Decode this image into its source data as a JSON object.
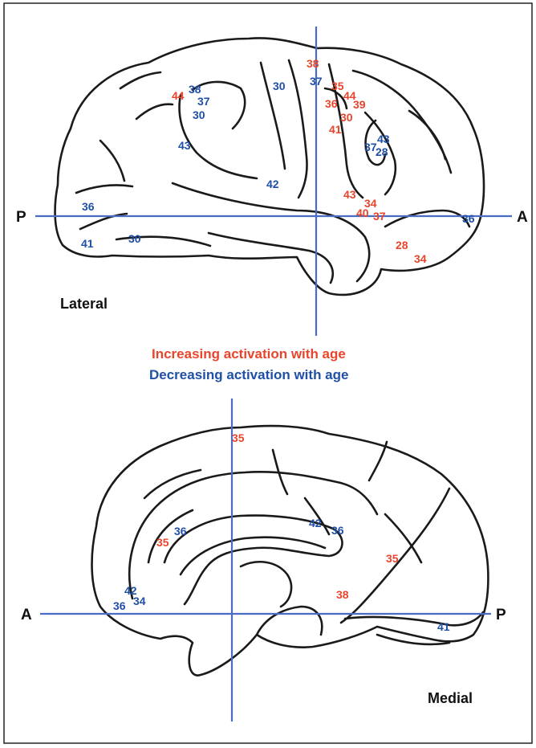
{
  "colors": {
    "increasing": "#e8452c",
    "decreasing": "#1f4fa6",
    "axis_line": "#4a6cc4",
    "outline": "#1a1a1a"
  },
  "legend": {
    "increasing": "Increasing activation with age",
    "decreasing": "Decreasing activation with age"
  },
  "lateral": {
    "view_label": "Lateral",
    "left_axis_letter": "P",
    "right_axis_letter": "A",
    "labels": [
      {
        "text": "38",
        "kind": "increasing"
      },
      {
        "text": "37",
        "kind": "decreasing"
      },
      {
        "text": "35",
        "kind": "increasing"
      },
      {
        "text": "44",
        "kind": "increasing"
      },
      {
        "text": "36",
        "kind": "increasing"
      },
      {
        "text": "39",
        "kind": "increasing"
      },
      {
        "text": "30",
        "kind": "increasing"
      },
      {
        "text": "41",
        "kind": "increasing"
      },
      {
        "text": "43",
        "kind": "decreasing"
      },
      {
        "text": "37",
        "kind": "decreasing"
      },
      {
        "text": "28",
        "kind": "decreasing"
      },
      {
        "text": "43",
        "kind": "increasing"
      },
      {
        "text": "34",
        "kind": "increasing"
      },
      {
        "text": "40",
        "kind": "increasing"
      },
      {
        "text": "37",
        "kind": "increasing"
      },
      {
        "text": "36",
        "kind": "decreasing"
      },
      {
        "text": "28",
        "kind": "increasing"
      },
      {
        "text": "34",
        "kind": "increasing"
      },
      {
        "text": "44",
        "kind": "increasing"
      },
      {
        "text": "38",
        "kind": "decreasing"
      },
      {
        "text": "37",
        "kind": "decreasing"
      },
      {
        "text": "30",
        "kind": "decreasing"
      },
      {
        "text": "43",
        "kind": "decreasing"
      },
      {
        "text": "30",
        "kind": "decreasing"
      },
      {
        "text": "42",
        "kind": "decreasing"
      },
      {
        "text": "36",
        "kind": "decreasing"
      },
      {
        "text": "41",
        "kind": "decreasing"
      },
      {
        "text": "30",
        "kind": "decreasing"
      }
    ]
  },
  "medial": {
    "view_label": "Medial",
    "left_axis_letter": "A",
    "right_axis_letter": "P",
    "labels": [
      {
        "text": "35",
        "kind": "increasing"
      },
      {
        "text": "36",
        "kind": "decreasing"
      },
      {
        "text": "35",
        "kind": "increasing"
      },
      {
        "text": "42",
        "kind": "decreasing"
      },
      {
        "text": "36",
        "kind": "decreasing"
      },
      {
        "text": "35",
        "kind": "increasing"
      },
      {
        "text": "38",
        "kind": "increasing"
      },
      {
        "text": "42",
        "kind": "decreasing"
      },
      {
        "text": "36",
        "kind": "decreasing"
      },
      {
        "text": "34",
        "kind": "decreasing"
      },
      {
        "text": "41",
        "kind": "decreasing"
      }
    ]
  }
}
